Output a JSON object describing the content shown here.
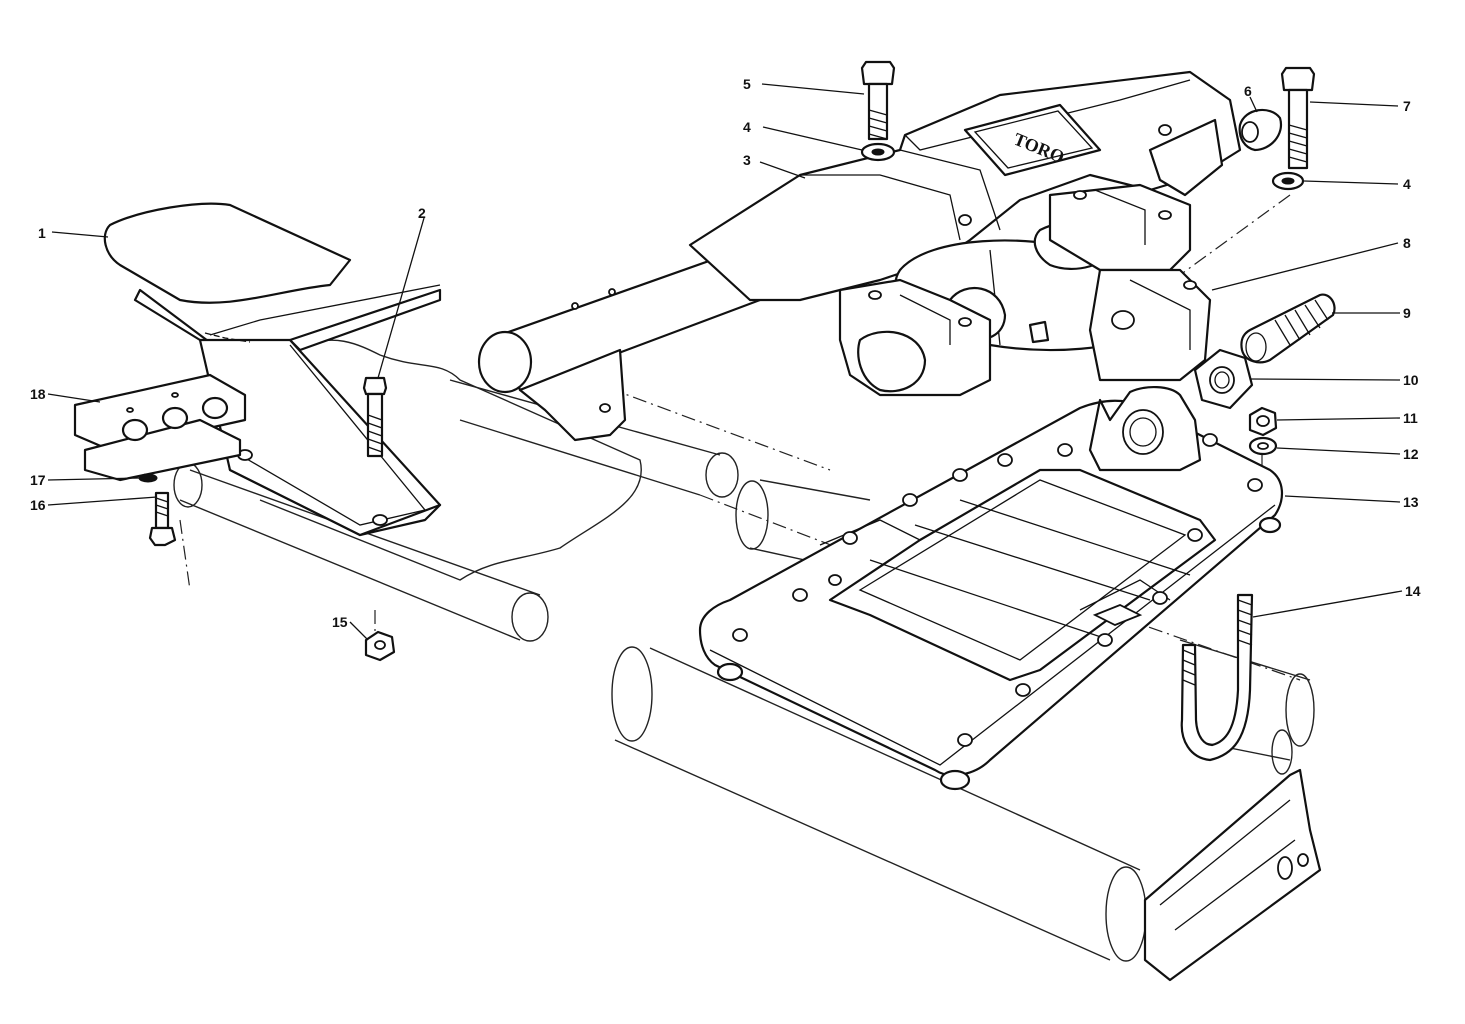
{
  "logo_text": "TORO",
  "callouts": [
    {
      "id": "1",
      "text": "1"
    },
    {
      "id": "2",
      "text": "2"
    },
    {
      "id": "3",
      "text": "3"
    },
    {
      "id": "4a",
      "text": "4"
    },
    {
      "id": "4b",
      "text": "4"
    },
    {
      "id": "5",
      "text": "5"
    },
    {
      "id": "6",
      "text": "6"
    },
    {
      "id": "7",
      "text": "7"
    },
    {
      "id": "8",
      "text": "8"
    },
    {
      "id": "9",
      "text": "9"
    },
    {
      "id": "10",
      "text": "10"
    },
    {
      "id": "11",
      "text": "11"
    },
    {
      "id": "12",
      "text": "12"
    },
    {
      "id": "13",
      "text": "13"
    },
    {
      "id": "14",
      "text": "14"
    },
    {
      "id": "15",
      "text": "15"
    },
    {
      "id": "16",
      "text": "16"
    },
    {
      "id": "17",
      "text": "17"
    },
    {
      "id": "18",
      "text": "18"
    }
  ]
}
